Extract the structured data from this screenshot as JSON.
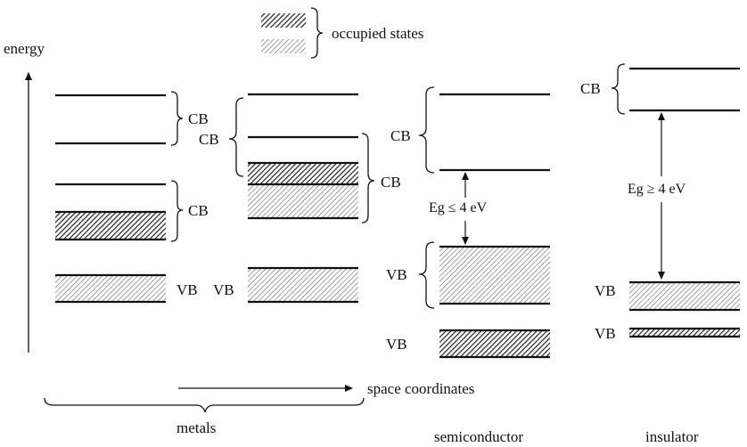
{
  "legend": {
    "label": "occupied states",
    "dense_pattern_name": "dense-hatch",
    "light_pattern_name": "light-hatch"
  },
  "axes": {
    "energy_label": "energy",
    "space_label": "space coordinates"
  },
  "groups": {
    "metals": "metals",
    "semiconductor": "semiconductor",
    "insulator": "insulator"
  },
  "labels": {
    "cb": "CB",
    "vb": "VB",
    "gap_semiconductor": "Eg ≤ 4 eV",
    "gap_insulator": "Eg ≥ 4 eV"
  },
  "colors": {
    "ink": "#111111",
    "background": "#ffffff"
  }
}
